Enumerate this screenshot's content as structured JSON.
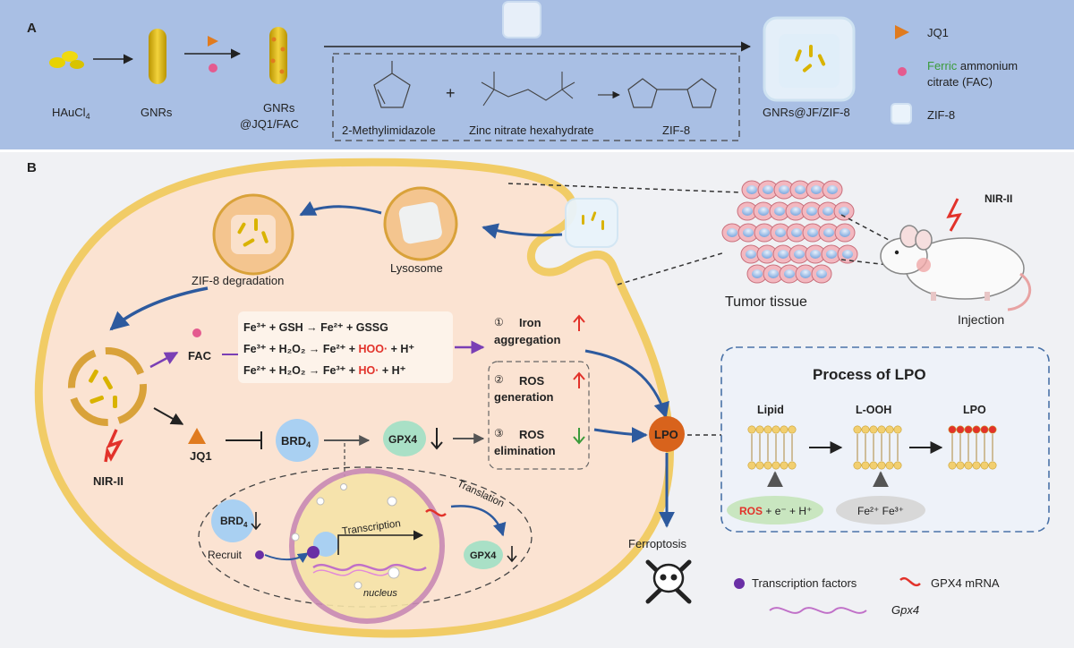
{
  "panel_a": {
    "letter": "A",
    "hauc": "HAuCl",
    "hauc_sub": "4",
    "gnrs": "GNRs",
    "gnrs_jq_1": "GNRs",
    "gnrs_jq_2": "@JQ1/FAC",
    "reagent1": "2-Methylimidazole",
    "reagent2": "Zinc nitrate hexahydrate",
    "product": "ZIF-8",
    "final": "GNRs@JF/ZIF-8",
    "legend_jq1": "JQ1",
    "legend_fac_1a": "Ferric",
    "legend_fac_1b": "ammonium",
    "legend_fac_2": "citrate (FAC)",
    "legend_zif": "ZIF-8"
  },
  "panel_b": {
    "letter": "B",
    "lysosome": "Lysosome",
    "zif_deg": "ZIF-8 degradation",
    "nir_left": "NIR-II",
    "nir_mouse": "NIR-II",
    "fac": "FAC",
    "jq1": "JQ1",
    "eq1": "Fe³⁺ + GSH → Fe²⁺ + GSSG",
    "eq2_a": "Fe³⁺ + H₂O₂ → Fe²⁺ + ",
    "eq2_b": "HOO·",
    "eq2_c": " + H⁺",
    "eq3_a": "Fe²⁺ + H₂O₂ → Fe³⁺ + ",
    "eq3_b": "HO·",
    "eq3_c": " + H⁺",
    "step1_num": "①",
    "step1_a": "Iron",
    "step1_b": "aggregation",
    "step2_num": "②",
    "step2_a": "ROS",
    "step2_b": "generation",
    "step3_num": "③",
    "step3_a": "ROS",
    "step3_b": "elimination",
    "brd4": "BRD",
    "brd4_sub": "4",
    "gpx4": "GPX4",
    "lpo": "LPO",
    "ferroptosis": "Ferroptosis",
    "brd4_nuc": "BRD",
    "brd4_nuc_sub": "4",
    "recruit": "Recruit",
    "transcription": "Transcription",
    "translation": "Translation",
    "gpx4_nuc": "GPX4",
    "nucleus": "nucleus",
    "tumor": "Tumor tissue",
    "injection": "Injection",
    "lpo_title": "Process of LPO",
    "lipid": "Lipid",
    "looh": "L-OOH",
    "lpo_end": "LPO",
    "ros_a": "ROS",
    "ros_b": " + e⁻ + H⁺",
    "fe": "Fe²⁺ Fe³⁺",
    "leg_tf": "Transcription factors",
    "leg_mrna": "GPX4 mRNA",
    "leg_gene": "Gpx4"
  },
  "colors": {
    "panel_a_bg": "#a9bfe4",
    "cell_fill": "#fbe3d2",
    "cell_border": "#f1cc66",
    "gold": "#d9b300",
    "orange": "#e07b1f",
    "lpo_box_border": "#4a72a8",
    "lpo_title": "#c96a1f",
    "red": "#e2322a",
    "green": "#3b9b3b",
    "purple": "#7a3fb5",
    "arrow_blue": "#2d5a9e"
  }
}
